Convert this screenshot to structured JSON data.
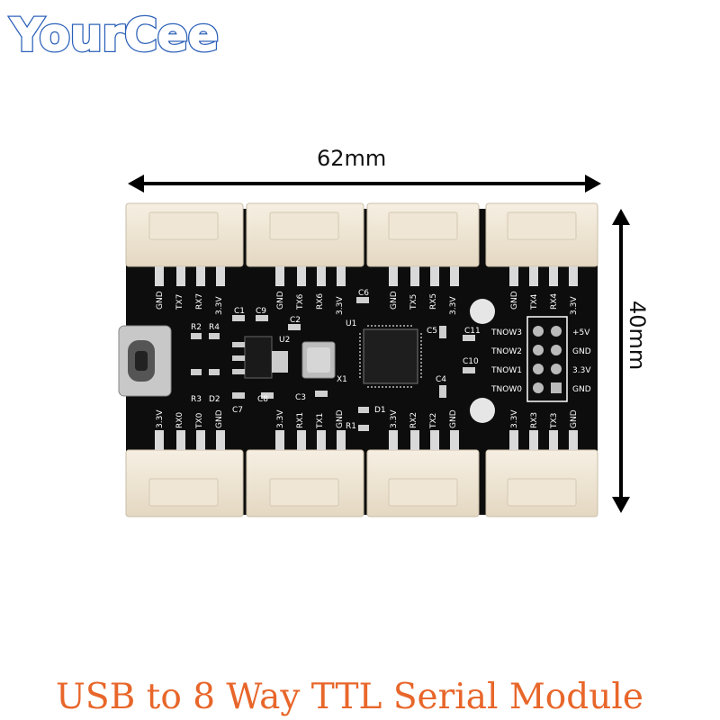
{
  "brand": {
    "logo_text": "YourCee",
    "logo_color": "#2a5fb8"
  },
  "dimensions": {
    "width": "62mm",
    "height": "40mm"
  },
  "caption": {
    "text": "USB to 8 Way TTL Serial Module",
    "color": "#e8662a"
  },
  "board": {
    "top_connectors": [
      "7",
      "6",
      "5",
      "4"
    ],
    "bottom_connectors": [
      "0",
      "1",
      "2",
      "3"
    ],
    "top_labels": [
      [
        "GND",
        "TX7",
        "RX7",
        "3.3V"
      ],
      [
        "GND",
        "TX6",
        "RX6",
        "3.3V"
      ],
      [
        "GND",
        "TX5",
        "RX5",
        "3.3V"
      ],
      [
        "GND",
        "TX4",
        "RX4",
        "3.3V"
      ]
    ],
    "bottom_labels": [
      [
        "3.3V",
        "RX0",
        "TX0",
        "GND"
      ],
      [
        "3.3V",
        "RX1",
        "TX1",
        "GND"
      ],
      [
        "3.3V",
        "RX2",
        "TX2",
        "GND"
      ],
      [
        "3.3V",
        "RX3",
        "TX3",
        "GND"
      ]
    ],
    "header_left": [
      "TNOW3",
      "TNOW2",
      "TNOW1",
      "TNOW0"
    ],
    "header_right": [
      "+5V",
      "GND",
      "3.3V",
      "GND"
    ],
    "components": [
      "C1",
      "C9",
      "C2",
      "C6",
      "U1",
      "R2",
      "R4",
      "U2",
      "X1",
      "C5",
      "C11",
      "C10",
      "C4",
      "R3",
      "D2",
      "C7",
      "C8",
      "C3",
      "D1",
      "R1"
    ],
    "board_color": "#0d0d0d",
    "connector_color": "#f3ead9"
  }
}
